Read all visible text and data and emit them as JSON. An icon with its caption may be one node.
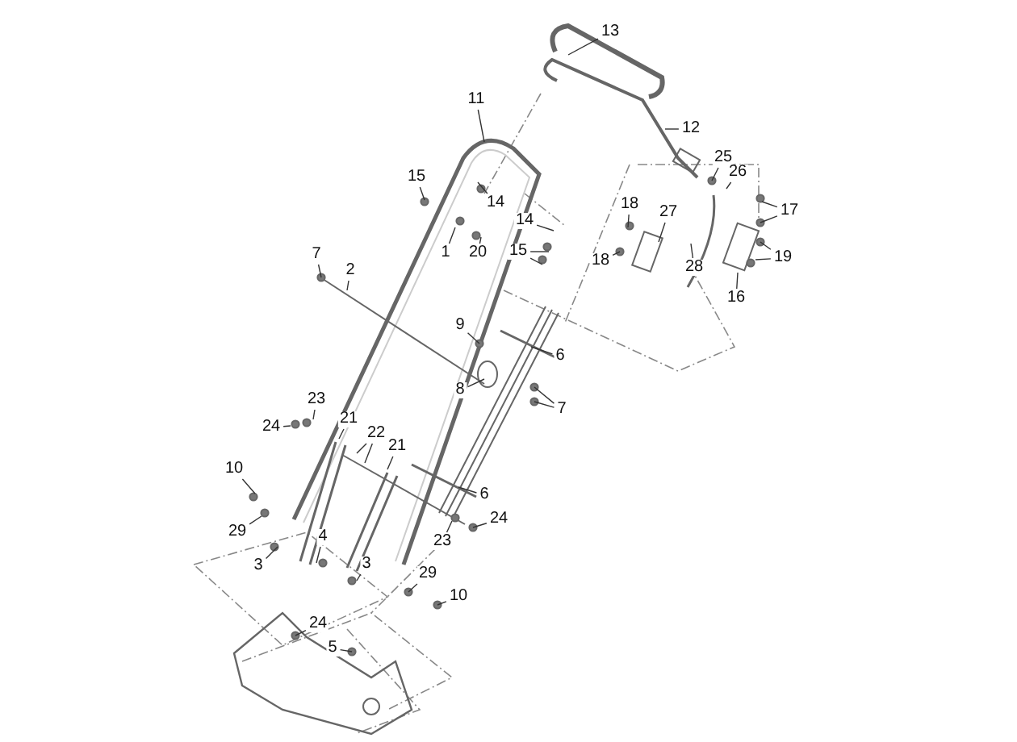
{
  "diagram": {
    "nodes": [
      {
        "text": [
          "13"
        ]
      },
      {
        "text": [
          "11"
        ]
      },
      {
        "text": [
          "12"
        ]
      },
      {
        "text": [
          "25"
        ]
      },
      {
        "text": [
          "26"
        ]
      },
      {
        "text": [
          "15"
        ]
      },
      {
        "text": [
          "14"
        ]
      },
      {
        "text": [
          "17"
        ]
      },
      {
        "text": [
          "18"
        ]
      },
      {
        "text": [
          "27"
        ]
      },
      {
        "text": [
          "14"
        ]
      },
      {
        "text": [
          "1"
        ]
      },
      {
        "text": [
          "20"
        ]
      },
      {
        "text": [
          "15"
        ]
      },
      {
        "text": [
          "18"
        ]
      },
      {
        "text": [
          "28"
        ]
      },
      {
        "text": [
          "19"
        ]
      },
      {
        "text": [
          "16"
        ]
      },
      {
        "text": [
          "7"
        ]
      },
      {
        "text": [
          "2"
        ]
      },
      {
        "text": [
          "9"
        ]
      },
      {
        "text": [
          "6"
        ]
      },
      {
        "text": [
          "8"
        ]
      },
      {
        "text": [
          "7"
        ]
      },
      {
        "text": [
          "23"
        ]
      },
      {
        "text": [
          "24"
        ]
      },
      {
        "text": [
          "21"
        ]
      },
      {
        "text": [
          "22"
        ]
      },
      {
        "text": [
          "21"
        ]
      },
      {
        "text": [
          "10"
        ]
      },
      {
        "text": [
          "6"
        ]
      },
      {
        "text": [
          "24"
        ]
      },
      {
        "text": [
          "29"
        ]
      },
      {
        "text": [
          "4"
        ]
      },
      {
        "text": [
          "3"
        ]
      },
      {
        "text": [
          "23"
        ]
      },
      {
        "text": [
          "3"
        ]
      },
      {
        "text": [
          "29"
        ]
      },
      {
        "text": [
          "10"
        ]
      },
      {
        "text": [
          "24"
        ]
      },
      {
        "text": [
          "5"
        ]
      }
    ],
    "edges": [
      {
        "from": 0,
        "to": null,
        "arrow": "none"
      },
      {
        "from": 1,
        "to": null,
        "arrow": "none"
      },
      {
        "from": 2,
        "to": null,
        "arrow": "none"
      },
      {
        "from": 3,
        "to": null,
        "arrow": "none"
      },
      {
        "from": 4,
        "to": null,
        "arrow": "none"
      },
      {
        "from": 5,
        "to": null,
        "arrow": "none"
      },
      {
        "from": 6,
        "to": null,
        "arrow": "none"
      },
      {
        "from": 7,
        "to": null,
        "arrow": "none"
      },
      {
        "from": 7,
        "to": null,
        "arrow": "none"
      },
      {
        "from": 8,
        "to": null,
        "arrow": "none"
      },
      {
        "from": 9,
        "to": null,
        "arrow": "none"
      },
      {
        "from": 10,
        "to": null,
        "arrow": "none"
      },
      {
        "from": 11,
        "to": null,
        "arrow": "none"
      },
      {
        "from": 12,
        "to": null,
        "arrow": "none"
      },
      {
        "from": 13,
        "to": null,
        "arrow": "none"
      },
      {
        "from": 13,
        "to": null,
        "arrow": "none"
      },
      {
        "from": 14,
        "to": null,
        "arrow": "none"
      },
      {
        "from": 15,
        "to": null,
        "arrow": "none"
      },
      {
        "from": 16,
        "to": null,
        "arrow": "none"
      },
      {
        "from": 16,
        "to": null,
        "arrow": "none"
      },
      {
        "from": 17,
        "to": null,
        "arrow": "none"
      },
      {
        "from": 18,
        "to": null,
        "arrow": "none"
      },
      {
        "from": 19,
        "to": null,
        "arrow": "none"
      },
      {
        "from": 20,
        "to": null,
        "arrow": "none"
      },
      {
        "from": 21,
        "to": null,
        "arrow": "none"
      },
      {
        "from": 22,
        "to": null,
        "arrow": "none"
      },
      {
        "from": 23,
        "to": null,
        "arrow": "none"
      },
      {
        "from": 23,
        "to": null,
        "arrow": "none"
      },
      {
        "from": 24,
        "to": null,
        "arrow": "none"
      },
      {
        "from": 25,
        "to": null,
        "arrow": "none"
      },
      {
        "from": 26,
        "to": null,
        "arrow": "none"
      },
      {
        "from": 27,
        "to": null,
        "arrow": "none"
      },
      {
        "from": 27,
        "to": null,
        "arrow": "none"
      },
      {
        "from": 28,
        "to": null,
        "arrow": "none"
      },
      {
        "from": 29,
        "to": null,
        "arrow": "none"
      },
      {
        "from": 30,
        "to": null,
        "arrow": "none"
      },
      {
        "from": 31,
        "to": null,
        "arrow": "none"
      },
      {
        "from": 32,
        "to": null,
        "arrow": "none"
      },
      {
        "from": 33,
        "to": null,
        "arrow": "none"
      },
      {
        "from": 34,
        "to": null,
        "arrow": "none"
      },
      {
        "from": 35,
        "to": null,
        "arrow": "none"
      },
      {
        "from": 36,
        "to": null,
        "arrow": "none"
      },
      {
        "from": 37,
        "to": null,
        "arrow": "none"
      },
      {
        "from": 38,
        "to": null,
        "arrow": "none"
      },
      {
        "from": 39,
        "to": null,
        "arrow": "none"
      },
      {
        "from": 40,
        "to": null,
        "arrow": "none"
      }
    ]
  }
}
